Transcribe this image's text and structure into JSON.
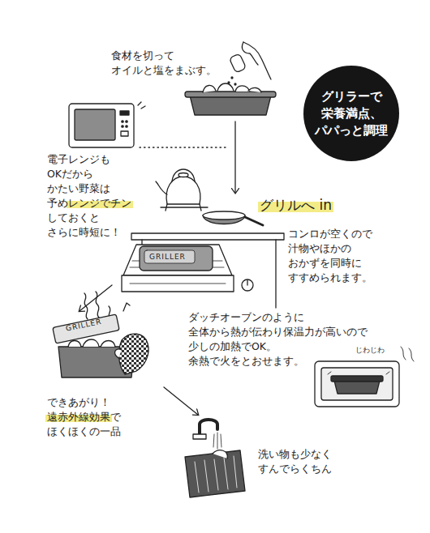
{
  "diagram": {
    "nodes": [
      {
        "text": [
          "グリラーで 栄養満点、 パパっと調理"
        ]
      }
    ],
    "labels": [
      "食材を切って オイルと塩をまぶす。",
      "電子レンジも OKだから かたい野菜は 予めレンジでチン しておくと さらに時短に！",
      "グリルへ in",
      "コンロが空くので 汁物やほかの おかずを同時に すすめられます。",
      "GRILLER",
      "ダッチオーブンのように 全体から熱が伝わり保温力が高いので 少しの加熱でOK。 余熱で火をとおせます。",
      "じわじわ",
      "GRILLER",
      "できあがり！ 遠赤外線効果で ほくほくの一品",
      "洗い物も少なく すんでらくちん"
    ]
  }
}
